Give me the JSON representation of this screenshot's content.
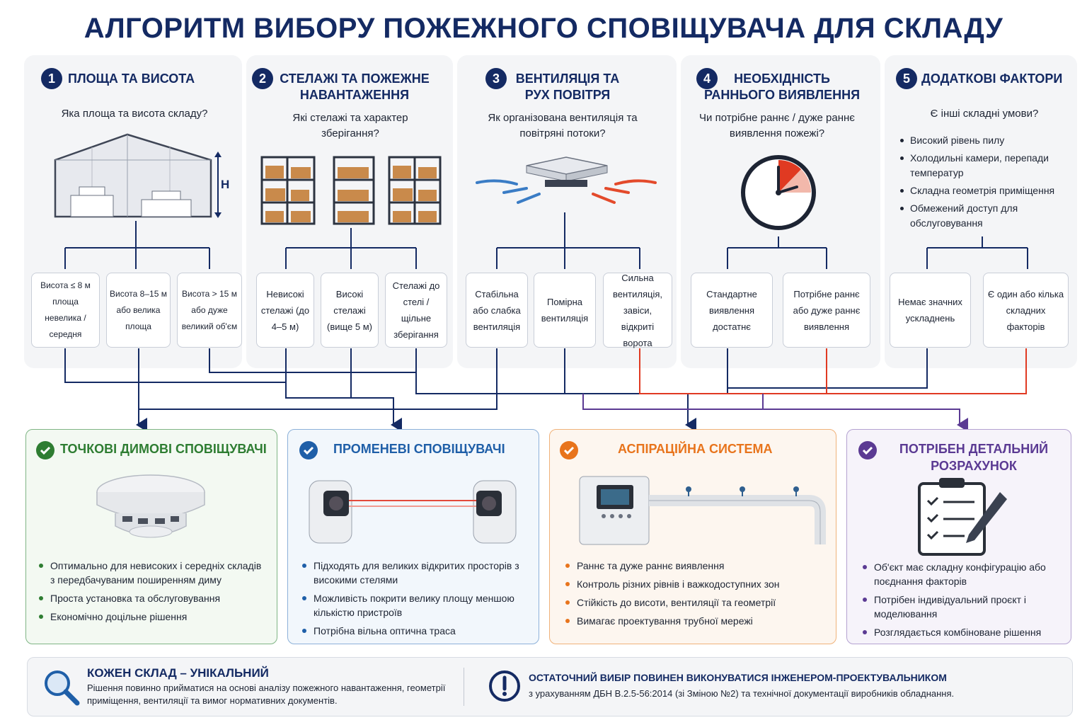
{
  "title": "АЛГОРИТМ ВИБОРУ ПОЖЕЖНОГО СПОВІЩУВАЧА ДЛЯ СКЛАДУ",
  "steps": [
    {
      "num": "1",
      "title": "ПЛОЩА ТА ВИСОТА",
      "question": "Яка площа та висота складу?",
      "height_label": "H",
      "options": [
        "Висота ≤ 8 м площа невелика / середня",
        "Висота 8–15 м або велика площа",
        "Висота > 15 м або дуже великий об'єм"
      ]
    },
    {
      "num": "2",
      "title": "СТЕЛАЖІ ТА ПОЖЕЖНЕ НАВАНТАЖЕННЯ",
      "question": "Які стелажі та характер зберігання?",
      "options": [
        "Невисокі стелажі (до 4–5 м)",
        "Високі стелажі (вище 5 м)",
        "Стелажі до стелі / щільне зберігання"
      ]
    },
    {
      "num": "3",
      "title": "ВЕНТИЛЯЦІЯ ТА РУХ ПОВІТРЯ",
      "question": "Як організована вентиляція та повітряні потоки?",
      "options": [
        "Стабільна або слабка вентиляція",
        "Помірна вентиляція",
        "Сильна вентиляція, завіси, відкриті ворота"
      ]
    },
    {
      "num": "4",
      "title": "НЕОБХІДНІСТЬ РАННЬОГО ВИЯВЛЕННЯ",
      "question": "Чи потрібне раннє / дуже раннє виявлення пожежі?",
      "options": [
        "Стандартне виявлення достатнє",
        "Потрібне раннє або дуже раннє виявлення"
      ]
    },
    {
      "num": "5",
      "title": "ДОДАТКОВІ ФАКТОРИ",
      "question": "Є інші складні умови?",
      "bullets": [
        "Високий рівень пилу",
        "Холодильні камери, перепади температур",
        "Складна геометрія приміщення",
        "Обмежений доступ для обслуговування"
      ],
      "options": [
        "Немає значних ускладнень",
        "Є один або кілька складних факторів"
      ]
    }
  ],
  "results": [
    {
      "title": "ТОЧКОВІ ДИМОВІ СПОВІЩУВАЧІ",
      "color": "#2e7d32",
      "items": [
        "Оптимально для невисоких і середніх складів з передбачуваним поширенням диму",
        "Проста установка та обслуговування",
        "Економічно доцільне рішення"
      ]
    },
    {
      "title": "ПРОМЕНЕВІ СПОВІЩУВАЧІ",
      "color": "#1f5fa8",
      "items": [
        "Підходять для великих відкритих просторів з високими стелями",
        "Можливість покрити велику площу меншою кількістю пристроїв",
        "Потрібна вільна оптична траса"
      ]
    },
    {
      "title": "АСПІРАЦІЙНА СИСТЕМА",
      "color": "#e8741c",
      "items": [
        "Раннє та дуже раннє виявлення",
        "Контроль різних рівнів і важкодоступних зон",
        "Стійкість до висоти, вентиляції та геометрії",
        "Вимагає проектування трубної мережі"
      ]
    },
    {
      "title": "ПОТРІБЕН ДЕТАЛЬНИЙ РОЗРАХУНОК",
      "color": "#5b3a93",
      "items": [
        "Об'єкт має складну конфігурацію або поєднання факторів",
        "Потрібен індивідуальний проєкт і моделювання",
        "Розглядається комбіноване рішення"
      ]
    }
  ],
  "footer": {
    "left_title": "КОЖЕН СКЛАД – УНІКАЛЬНИЙ",
    "left_text": "Рішення повинно прийматися на основі аналізу пожежного навантаження, геометрії приміщення, вентиляції та вимог нормативних документів.",
    "right_title": "ОСТАТОЧНИЙ ВИБІР ПОВИНЕН ВИКОНУВАТИСЯ ІНЖЕНЕРОМ-ПРОЕКТУВАЛЬНИКОМ",
    "right_text": "з урахуванням ДБН В.2.5-56:2014 (зі Зміною №2) та технічної документації виробників обладнання."
  },
  "colors": {
    "navy": "#142a63",
    "red": "#e03a22",
    "purple": "#5b3a93"
  }
}
